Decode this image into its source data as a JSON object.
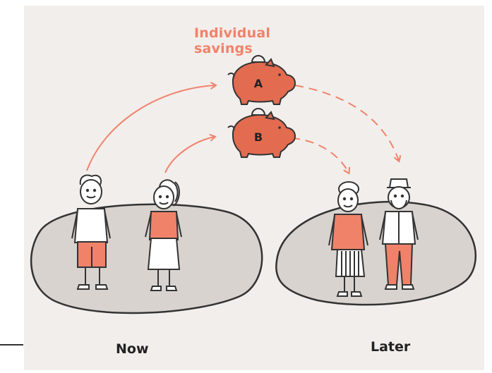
{
  "title": "Individual savings",
  "pig_a_label": "A",
  "pig_b_label": "B",
  "now_label": "Now",
  "later_label": "Later",
  "colors": {
    "background": "#f2eeec",
    "accent": "#f0826a",
    "accent_dark": "#e36b4f",
    "ground": "#d8d3cf",
    "outline": "#333333"
  }
}
